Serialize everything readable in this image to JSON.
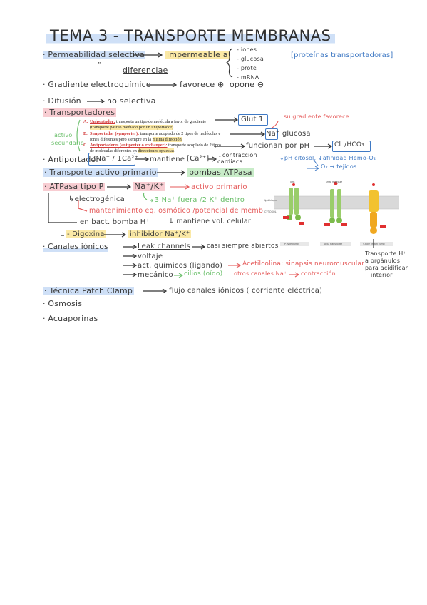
{
  "title": "TEMA 3 - TRANSPORTE MEMBRANAS",
  "permeabilidad": {
    "bullet": "· Permeabilidad selectiva",
    "impermeable": "impermeable a",
    "list": [
      "- iones",
      "- glucosa",
      "- prote",
      "- mRNA"
    ],
    "quote": "\"",
    "diferencia": "diferenciae",
    "note": "[proteínas transportadoras]"
  },
  "gradiente": {
    "text": "· Gradiente electroquímico",
    "favorece": "favorece ⊕",
    "opone": "opone ⊖"
  },
  "difusion": {
    "text": "· Difusión",
    "result": "no selectiva"
  },
  "transportadores": {
    "heading": "· Transportadores",
    "uniporter_title": "Uniportador:",
    "uniporter_text": "transporta un tipo de molécula a favor de gradiente",
    "uniporter_text2": "(transporte pasivo mediado por un uniportador)",
    "simporter_title": "Simportador (symporter):",
    "simporter_text": "transporte acoplado de 2 tipos de moléculas e",
    "simporter_text2": "iones diferentes pero siempre en la",
    "simporter_hl": "misma dirección",
    "antiporter_title": "Antiportadores (antiporter o exchanger):",
    "antiporter_text": "transporte acoplado de 2 tipos",
    "antiporter_text2": "de moléculas diferentes en",
    "antiporter_hl": "direcciones opuestas",
    "letters": [
      "A.",
      "B.",
      "C."
    ],
    "side_label1": "activo",
    "side_label2": "secundario",
    "glut": "Glut 1",
    "glut_note": "su gradiente favorece",
    "naglucosa": "Na⁺ glucosa",
    "funcionan": "funcionan por pH",
    "co2": "Cl⁻/HCO₃",
    "ph_note": "↓pH citosol, ↓afinidad Hemo-O₂",
    "o2_note": "O₂ → tejidos"
  },
  "antiportador": {
    "bullet": "· Antiportador",
    "box": "3Na⁺ / 1Ca²⁺",
    "mantiene": "mantiene",
    "ca": "[Ca²⁺]",
    "contraccion": "↓contracción cardiaca"
  },
  "activo_primario": {
    "text": "· Transporte activo primario",
    "bombas": "bombas ATPasa"
  },
  "atpasa": {
    "text": "· ATPasa tipo P",
    "ions": "Na⁺/K⁺",
    "activo": "activo primario",
    "electrogenica": "↳electrogénica",
    "stoich": "↳3 Na⁺ fuera /2 K⁺ dentro",
    "mantenimiento": "mantenimiento eq. osmótico /potencial de memb.",
    "bact": "en bact. bomba H⁺",
    "vol": "↓ mantiene vol. celular",
    "digoxina": "- Digoxina",
    "inhibidor": "inhibidor Na⁺/K⁺"
  },
  "diagram": {
    "labels": [
      "ions",
      "small molecule",
      "lipid bilayer",
      "CYTOSOL"
    ],
    "pumps": [
      "P-type pump",
      "ABC transporter",
      "V-type proton pump"
    ],
    "transp_note": [
      "Transporte H⁺",
      "a orgánulos",
      "para acidificar",
      "interior"
    ]
  },
  "canales": {
    "bullet": "· Canales iónicos",
    "leak": "Leak channels",
    "leak_note": "casi siempre abiertos",
    "voltaje": "voltaje",
    "quimicos": "act. químicos (ligando)",
    "acetil": "Acetilcolina: sinapsis neuromuscular",
    "otros": "otros canales Na⁺",
    "contraccion": "contracción",
    "mecanico": "mecánico",
    "oido": "cilios (oído)"
  },
  "patch": {
    "text": "· Técnica Patch Clamp",
    "result": "flujo canales iónicos ( corriente eléctrica)"
  },
  "osmosis": "· Osmosis",
  "acuaporinas": "· Acuaporinas",
  "colors": {
    "blue": "#3f79c4",
    "red": "#e55a5a",
    "green": "#6abf6a"
  }
}
